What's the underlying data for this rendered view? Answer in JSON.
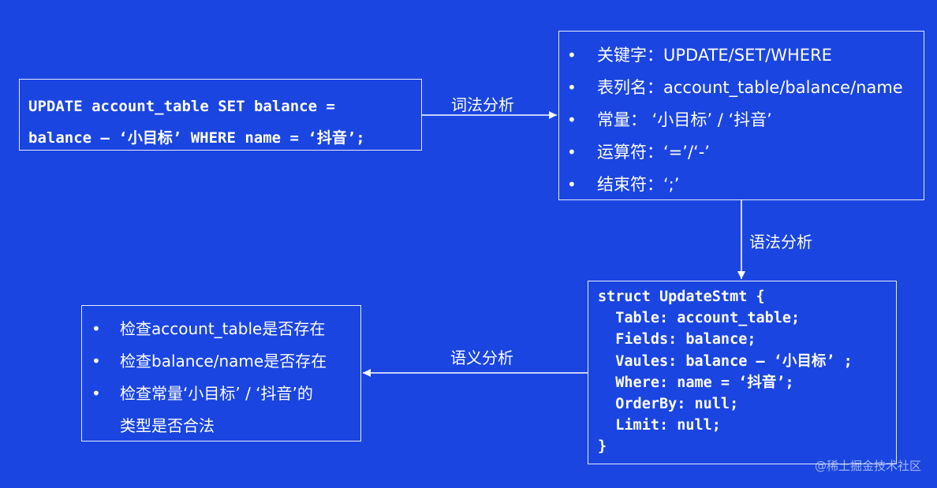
{
  "sql": {
    "lines": [
      "UPDATE account_table SET balance =",
      "balance – ‘小目标’ WHERE name = ‘抖音’;"
    ]
  },
  "arrows": {
    "lexical": "词法分析",
    "syntax": "语法分析",
    "semantic": "语义分析"
  },
  "tokens": {
    "bullet": "•",
    "items": [
      "关键字：UPDATE/SET/WHERE",
      "表列名：account_table/balance/name",
      "常量： ‘小目标’ / ‘抖音’",
      "运算符：‘=’/‘-’",
      "结束符：‘;’"
    ]
  },
  "struct": {
    "lines": [
      "struct UpdateStmt {",
      "  Table: account_table;",
      "  Fields: balance;",
      "  Vaules: balance – ‘小目标’ ;",
      "  Where: name = ‘抖音’;",
      "  OrderBy: null;",
      "  Limit: null;",
      "}"
    ]
  },
  "checks": {
    "bullet": "•",
    "items": [
      "检查account_table是否存在",
      "检查balance/name是否存在",
      "检查常量‘小目标’ / ‘抖音’的"
    ],
    "continuation": "类型是否合法"
  },
  "watermark": "@稀土掘金技术社区",
  "colors": {
    "background": "#1a45e0",
    "foreground": "#ffffff"
  }
}
